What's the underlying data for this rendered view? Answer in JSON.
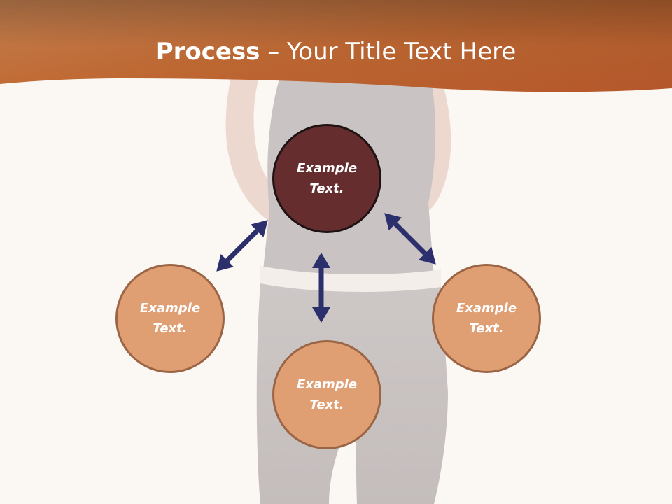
{
  "title": {
    "bold": "Process",
    "rest": " – Your Title Text Here"
  },
  "nodes": {
    "center": {
      "line1": "Example",
      "line2": "Text."
    },
    "left": {
      "line1": "Example",
      "line2": "Text."
    },
    "bottom": {
      "line1": "Example",
      "line2": "Text."
    },
    "right": {
      "line1": "Example",
      "line2": "Text."
    }
  },
  "colors": {
    "banner": "#c8753c",
    "center_fill": "#652d2e",
    "outer_fill": "#e09e73",
    "arrow": "#2b2f6b",
    "background": "#fbf7f3"
  }
}
